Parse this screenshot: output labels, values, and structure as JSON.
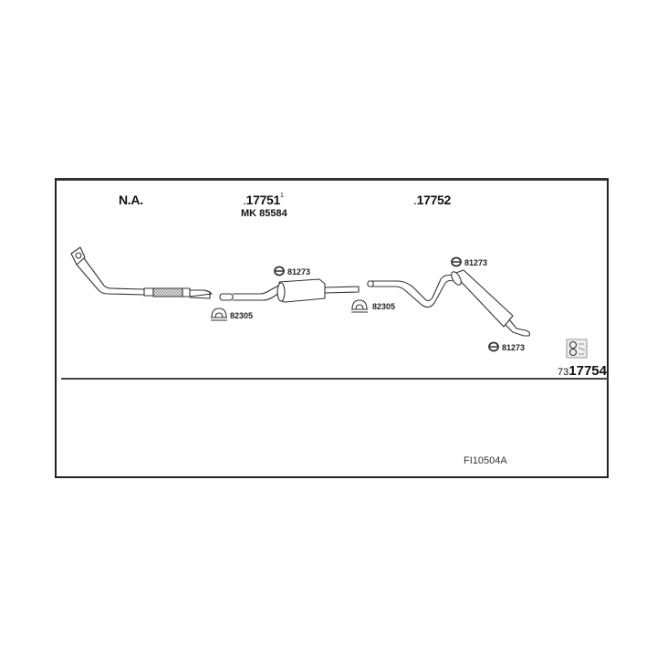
{
  "diagram": {
    "type": "exhaust-system-parts-diagram",
    "section_labels": [
      {
        "id": "front",
        "prefix": "",
        "label": "N.A.",
        "superscript": ""
      },
      {
        "id": "middle",
        "prefix": ".",
        "label": "17751",
        "superscript": "1",
        "sublabel": "MK 85584"
      },
      {
        "id": "rear",
        "prefix": ".",
        "label": "17752",
        "superscript": ""
      }
    ],
    "parts": [
      {
        "id": "front-pipe",
        "description": "front pipe with flange and flex section"
      },
      {
        "id": "center-muffler",
        "description": "center silencer"
      },
      {
        "id": "rear-muffler",
        "description": "rear silencer"
      }
    ],
    "accessories": [
      {
        "id": "clamp-1",
        "type": "clamp",
        "part_number": "82305"
      },
      {
        "id": "hanger-1",
        "type": "rubber-hanger",
        "part_number": "81273"
      },
      {
        "id": "clamp-2",
        "type": "clamp",
        "part_number": "82305"
      },
      {
        "id": "hanger-2",
        "type": "rubber-hanger",
        "part_number": "81273"
      },
      {
        "id": "hanger-3",
        "type": "rubber-hanger",
        "part_number": "81273"
      }
    ],
    "kit": {
      "prefix": "73",
      "number": "17754",
      "icon": "mounting-kit-icon"
    },
    "drawing_code": "FI10504A"
  }
}
